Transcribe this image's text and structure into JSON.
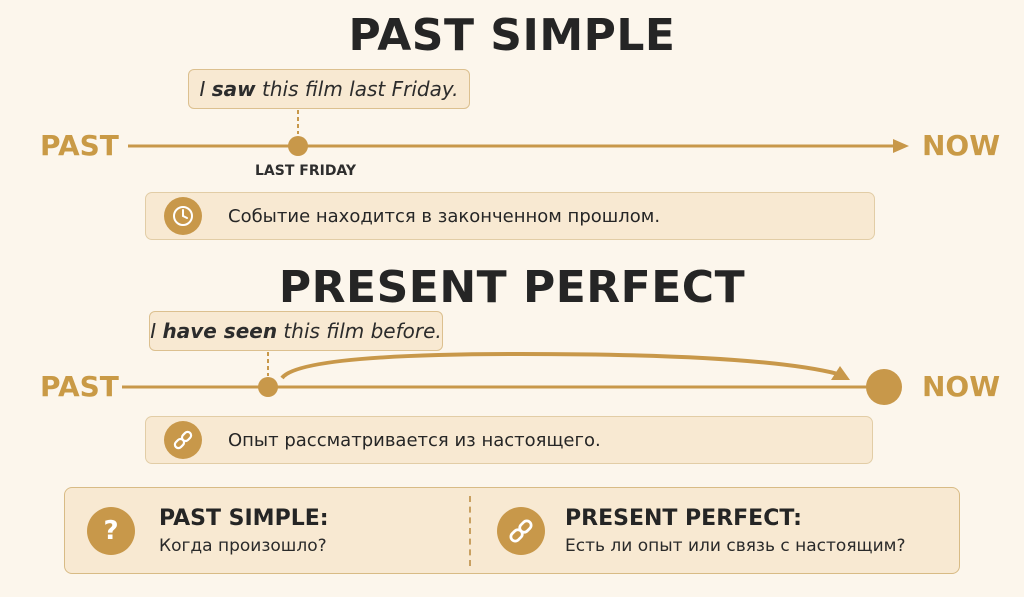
{
  "past_simple": {
    "title": "PAST SIMPLE",
    "example": {
      "subject": "I",
      "verb": "saw",
      "rest": "this film last Friday."
    },
    "past_label": "PAST",
    "now_label": "NOW",
    "marker_label": "LAST FRIDAY",
    "note": {
      "icon": "clock-icon",
      "text": "Событие находится в законченном прошлом."
    }
  },
  "present_perfect": {
    "title": "PRESENT PERFECT",
    "example": {
      "subject": "I",
      "verb": "have seen",
      "rest": "this film before."
    },
    "past_label": "PAST",
    "now_label": "NOW",
    "note": {
      "icon": "link-icon",
      "text": "Опыт рассматривается из настоящего."
    }
  },
  "summary": {
    "left": {
      "icon": "question-icon",
      "heading": "PAST SIMPLE:",
      "question": "Когда произошло?"
    },
    "right": {
      "icon": "link-icon",
      "heading": "PRESENT PERFECT:",
      "question": "Есть ли опыт или связь с настоящим?"
    }
  },
  "colors": {
    "accent": "#c8984a",
    "panel": "#f8e9d2",
    "background": "#fcf6ec",
    "text": "#252525"
  }
}
